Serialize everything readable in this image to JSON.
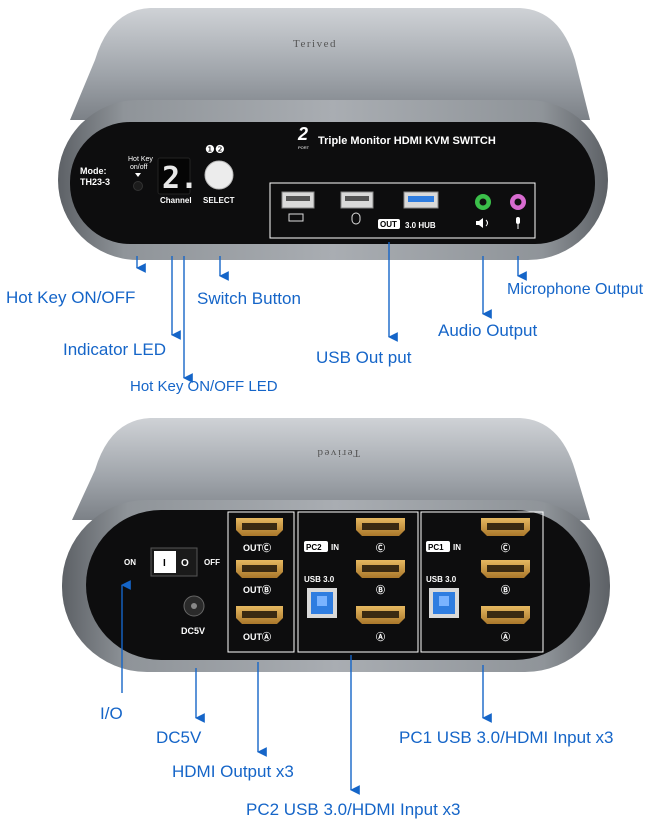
{
  "front": {
    "brand": "Terived",
    "mode_label": "Mode:",
    "mode_value": "TH23-3",
    "hotkey_label_1": "Hot Key",
    "hotkey_label_2": "on/off",
    "channel_display": "2.",
    "channel_label": "Channel",
    "select_numbers": "❶❷",
    "select_label": "SELECT",
    "title_number": "2",
    "title_port": "PORT",
    "title_text": "Triple Monitor HDMI KVM SWITCH",
    "out_badge": "OUT",
    "hub_label": "3.0 HUB"
  },
  "back": {
    "brand": "Terived",
    "switch_on": "ON",
    "switch_off": "OFF",
    "switch_i": "I",
    "switch_o": "O",
    "dc_label": "DC5V",
    "out_c": "OUTⒸ",
    "out_b": "OUTⒷ",
    "out_a": "OUTⒶ",
    "pc2_badge": "PC2",
    "pc2_in": "IN",
    "pc1_badge": "PC1",
    "pc1_in": "IN",
    "usb30_a": "USB 3.0",
    "usb30_b": "USB 3.0",
    "letter_c": "Ⓒ",
    "letter_b": "Ⓑ",
    "letter_a": "Ⓐ"
  },
  "callouts": {
    "hotkey_onoff": "Hot Key ON/OFF",
    "switch_button": "Switch Button",
    "microphone_output": "Microphone Output",
    "indicator_led": "Indicator LED",
    "audio_output": "Audio Output",
    "usb_output": "USB Out put",
    "hotkey_led": "Hot Key ON/OFF LED",
    "io": "I/O",
    "dc5v": "DC5V",
    "pc1_input": "PC1 USB 3.0/HDMI Input x3",
    "hdmi_output": "HDMI Output x3",
    "pc2_input": "PC2 USB 3.0/HDMI Input x3"
  },
  "colors": {
    "callout_blue": "#1565c8",
    "usb3_blue": "#2f7de0",
    "hdmi_gold": "#c9973a",
    "audio_green": "#3bbf4a",
    "mic_pink": "#d86bd0",
    "panel_black": "#0d0d0e"
  }
}
